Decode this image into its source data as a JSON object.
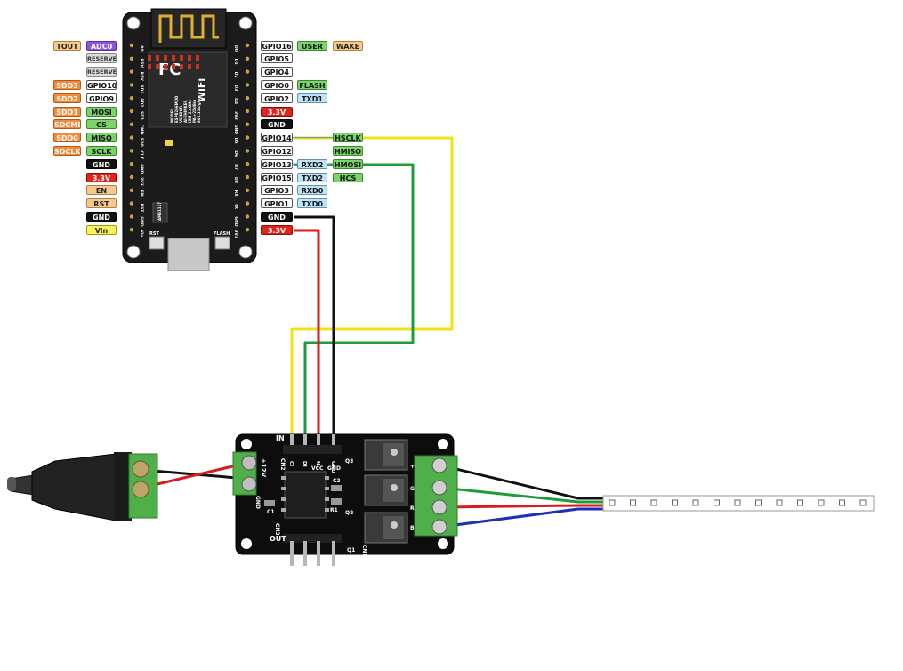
{
  "esp_board": {
    "left_labels": [
      {
        "pin": "ADC0",
        "alt": "TOUT",
        "pin_color": "purple",
        "alt_color": "tan"
      },
      {
        "pin": "RESERVED",
        "alt": "",
        "pin_color": "grey",
        "alt_color": ""
      },
      {
        "pin": "RESERVED",
        "alt": "",
        "pin_color": "grey",
        "alt_color": ""
      },
      {
        "pin": "GPIO10",
        "alt": "SDD3",
        "pin_color": "white",
        "alt_color": "orange"
      },
      {
        "pin": "GPIO9",
        "alt": "SDD2",
        "pin_color": "white",
        "alt_color": "orange"
      },
      {
        "pin": "MOSI",
        "alt": "SDD1",
        "pin_color": "green",
        "alt_color": "orange"
      },
      {
        "pin": "CS",
        "alt": "SDCMD",
        "pin_color": "green",
        "alt_color": "orange"
      },
      {
        "pin": "MISO",
        "alt": "SDD0",
        "pin_color": "green",
        "alt_color": "orange"
      },
      {
        "pin": "SCLK",
        "alt": "SDCLK",
        "pin_color": "green",
        "alt_color": "orange"
      },
      {
        "pin": "GND",
        "alt": "",
        "pin_color": "black",
        "alt_color": ""
      },
      {
        "pin": "3.3V",
        "alt": "",
        "pin_color": "red",
        "alt_color": ""
      },
      {
        "pin": "EN",
        "alt": "",
        "pin_color": "tan",
        "alt_color": ""
      },
      {
        "pin": "RST",
        "alt": "",
        "pin_color": "tan",
        "alt_color": ""
      },
      {
        "pin": "GND",
        "alt": "",
        "pin_color": "black",
        "alt_color": ""
      },
      {
        "pin": "Vin",
        "alt": "",
        "pin_color": "yellow",
        "alt_color": ""
      }
    ],
    "right_labels": [
      {
        "pin": "GPIO16",
        "tags": [
          {
            "text": "USER",
            "color": "green"
          },
          {
            "text": "WAKE",
            "color": "tan"
          }
        ]
      },
      {
        "pin": "GPIO5",
        "tags": []
      },
      {
        "pin": "GPIO4",
        "tags": []
      },
      {
        "pin": "GPIO0",
        "tags": [
          {
            "text": "FLASH",
            "color": "green"
          }
        ]
      },
      {
        "pin": "GPIO2",
        "tags": [
          {
            "text": "TXD1",
            "color": "blue"
          }
        ]
      },
      {
        "pin": "3.3V",
        "tags": [],
        "pin_color": "red"
      },
      {
        "pin": "GND",
        "tags": [],
        "pin_color": "black"
      },
      {
        "pin": "GPIO14",
        "tags": [
          {
            "text": "HSCLK",
            "color": "green"
          }
        ]
      },
      {
        "pin": "GPIO12",
        "tags": [
          {
            "text": "HMISO",
            "color": "green"
          }
        ]
      },
      {
        "pin": "GPIO13",
        "tags": [
          {
            "text": "RXD2",
            "color": "blue"
          },
          {
            "text": "HMOSI",
            "color": "green"
          }
        ]
      },
      {
        "pin": "GPIO15",
        "tags": [
          {
            "text": "TXD2",
            "color": "blue"
          },
          {
            "text": "HCS",
            "color": "green"
          }
        ]
      },
      {
        "pin": "GPIO3",
        "tags": [
          {
            "text": "RXD0",
            "color": "blue"
          }
        ]
      },
      {
        "pin": "GPIO1",
        "tags": [
          {
            "text": "TXD0",
            "color": "blue"
          }
        ]
      },
      {
        "pin": "GND",
        "tags": [],
        "pin_color": "black"
      },
      {
        "pin": "3.3V",
        "tags": [],
        "pin_color": "red"
      }
    ],
    "chip_text": {
      "logo": "FC",
      "wifi": "WiFi",
      "model_lines": [
        "MODEL",
        "ESP8266MOD",
        "VENDOR",
        "AI-THINKER",
        "ISM 2.4GHz",
        "PA +25dBm",
        "802.11b/g/n"
      ],
      "regulator": "AMS1117",
      "button_rst": "RST",
      "button_flash": "FLASH"
    },
    "header_pins_left": [
      "A0",
      "RSV",
      "RSV",
      "SD3",
      "SD2",
      "SD1",
      "CMD",
      "SD0",
      "CLK",
      "GND",
      "3V3",
      "EN",
      "RST",
      "GND",
      "Vin"
    ],
    "header_pins_right": [
      "D0",
      "D1",
      "D2",
      "D3",
      "D4",
      "3V3",
      "GND",
      "D5",
      "D6",
      "D7",
      "D8",
      "RX",
      "TX",
      "GND",
      "3V3"
    ]
  },
  "driver_board": {
    "input_header": "IN",
    "input_pins": [
      "CI",
      "DI",
      "N",
      "GND"
    ],
    "output_header": "OUT",
    "power_label": "+12V",
    "gnd_label": "GND",
    "cn_labels": [
      "CN1",
      "CN2",
      "CN3"
    ],
    "chip_labels": [
      "VCC",
      "GND"
    ],
    "component_labels": [
      "C1",
      "C2",
      "R1",
      "Q1",
      "Q2",
      "Q3"
    ],
    "terminal_labels": [
      "+",
      "G",
      "R",
      "B"
    ]
  },
  "wire_colors": {
    "yellow": "#f2e01a",
    "green": "#1f9d3a",
    "red": "#d81b1b",
    "black": "#111111",
    "blue": "#1e2fb8"
  }
}
